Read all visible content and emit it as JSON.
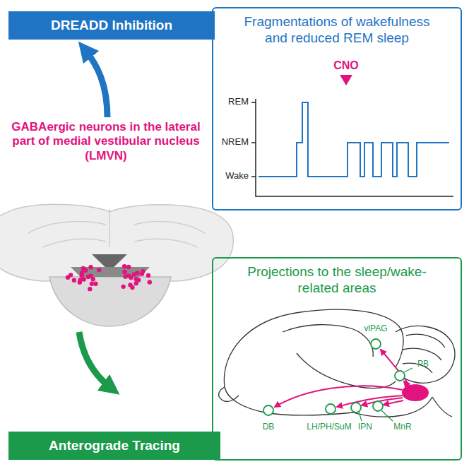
{
  "diagram": {
    "nodes": [
      {
        "text": [
          "DREADD Inhibition"
        ]
      },
      {
        "text": [
          "Fragmentations of wakefulness and reduced REM sleep"
        ]
      },
      {
        "text": [
          "Anterograde Tracing"
        ]
      },
      {
        "text": [
          "Projections to the sleep/wake-related areas"
        ]
      }
    ],
    "labels": [
      "GABAergic neurons in the lateral part of medial vestibular nucleus (LMVN)",
      "REM",
      "NREM",
      "Wake",
      "CNO",
      "vlPAG",
      "PB",
      "DB",
      "LH/PH/SuM",
      "IPN",
      "MnR"
    ]
  }
}
